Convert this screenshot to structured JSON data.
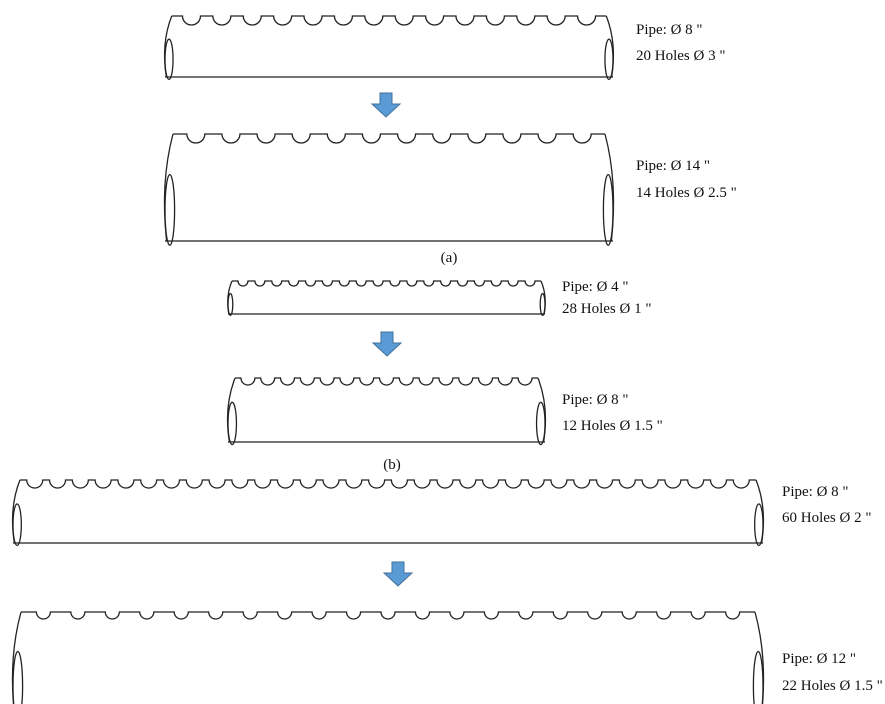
{
  "groups": [
    {
      "caption": "(a)",
      "before": {
        "pipe_label": "Pipe: Ø 8 \"",
        "holes_label": "20 Holes Ø 3 \"",
        "hole_count_drawn": 14
      },
      "after": {
        "pipe_label": "Pipe: Ø 14 \"",
        "holes_label": "14 Holes Ø 2.5 \"",
        "hole_count_drawn": 12
      }
    },
    {
      "caption": "(b)",
      "before": {
        "pipe_label": "Pipe: Ø 4 \"",
        "holes_label": "28 Holes Ø 1 \"",
        "hole_count_drawn": 18
      },
      "after": {
        "pipe_label": "Pipe: Ø 8 \"",
        "holes_label": "12 Holes Ø 1.5 \"",
        "hole_count_drawn": 15
      }
    },
    {
      "caption": "",
      "before": {
        "pipe_label": "Pipe: Ø 8 \"",
        "holes_label": "60 Holes Ø 2 \"",
        "hole_count_drawn": 32
      },
      "after": {
        "pipe_label": "Pipe: Ø 12 \"",
        "holes_label": "22 Holes Ø 1.5 \"",
        "hole_count_drawn": 21
      }
    }
  ],
  "colors": {
    "arrow_fill": "#5b9bd5",
    "arrow_stroke": "#41719c",
    "line": "#222222"
  },
  "icons": {
    "arrow": "down-arrow-icon"
  }
}
